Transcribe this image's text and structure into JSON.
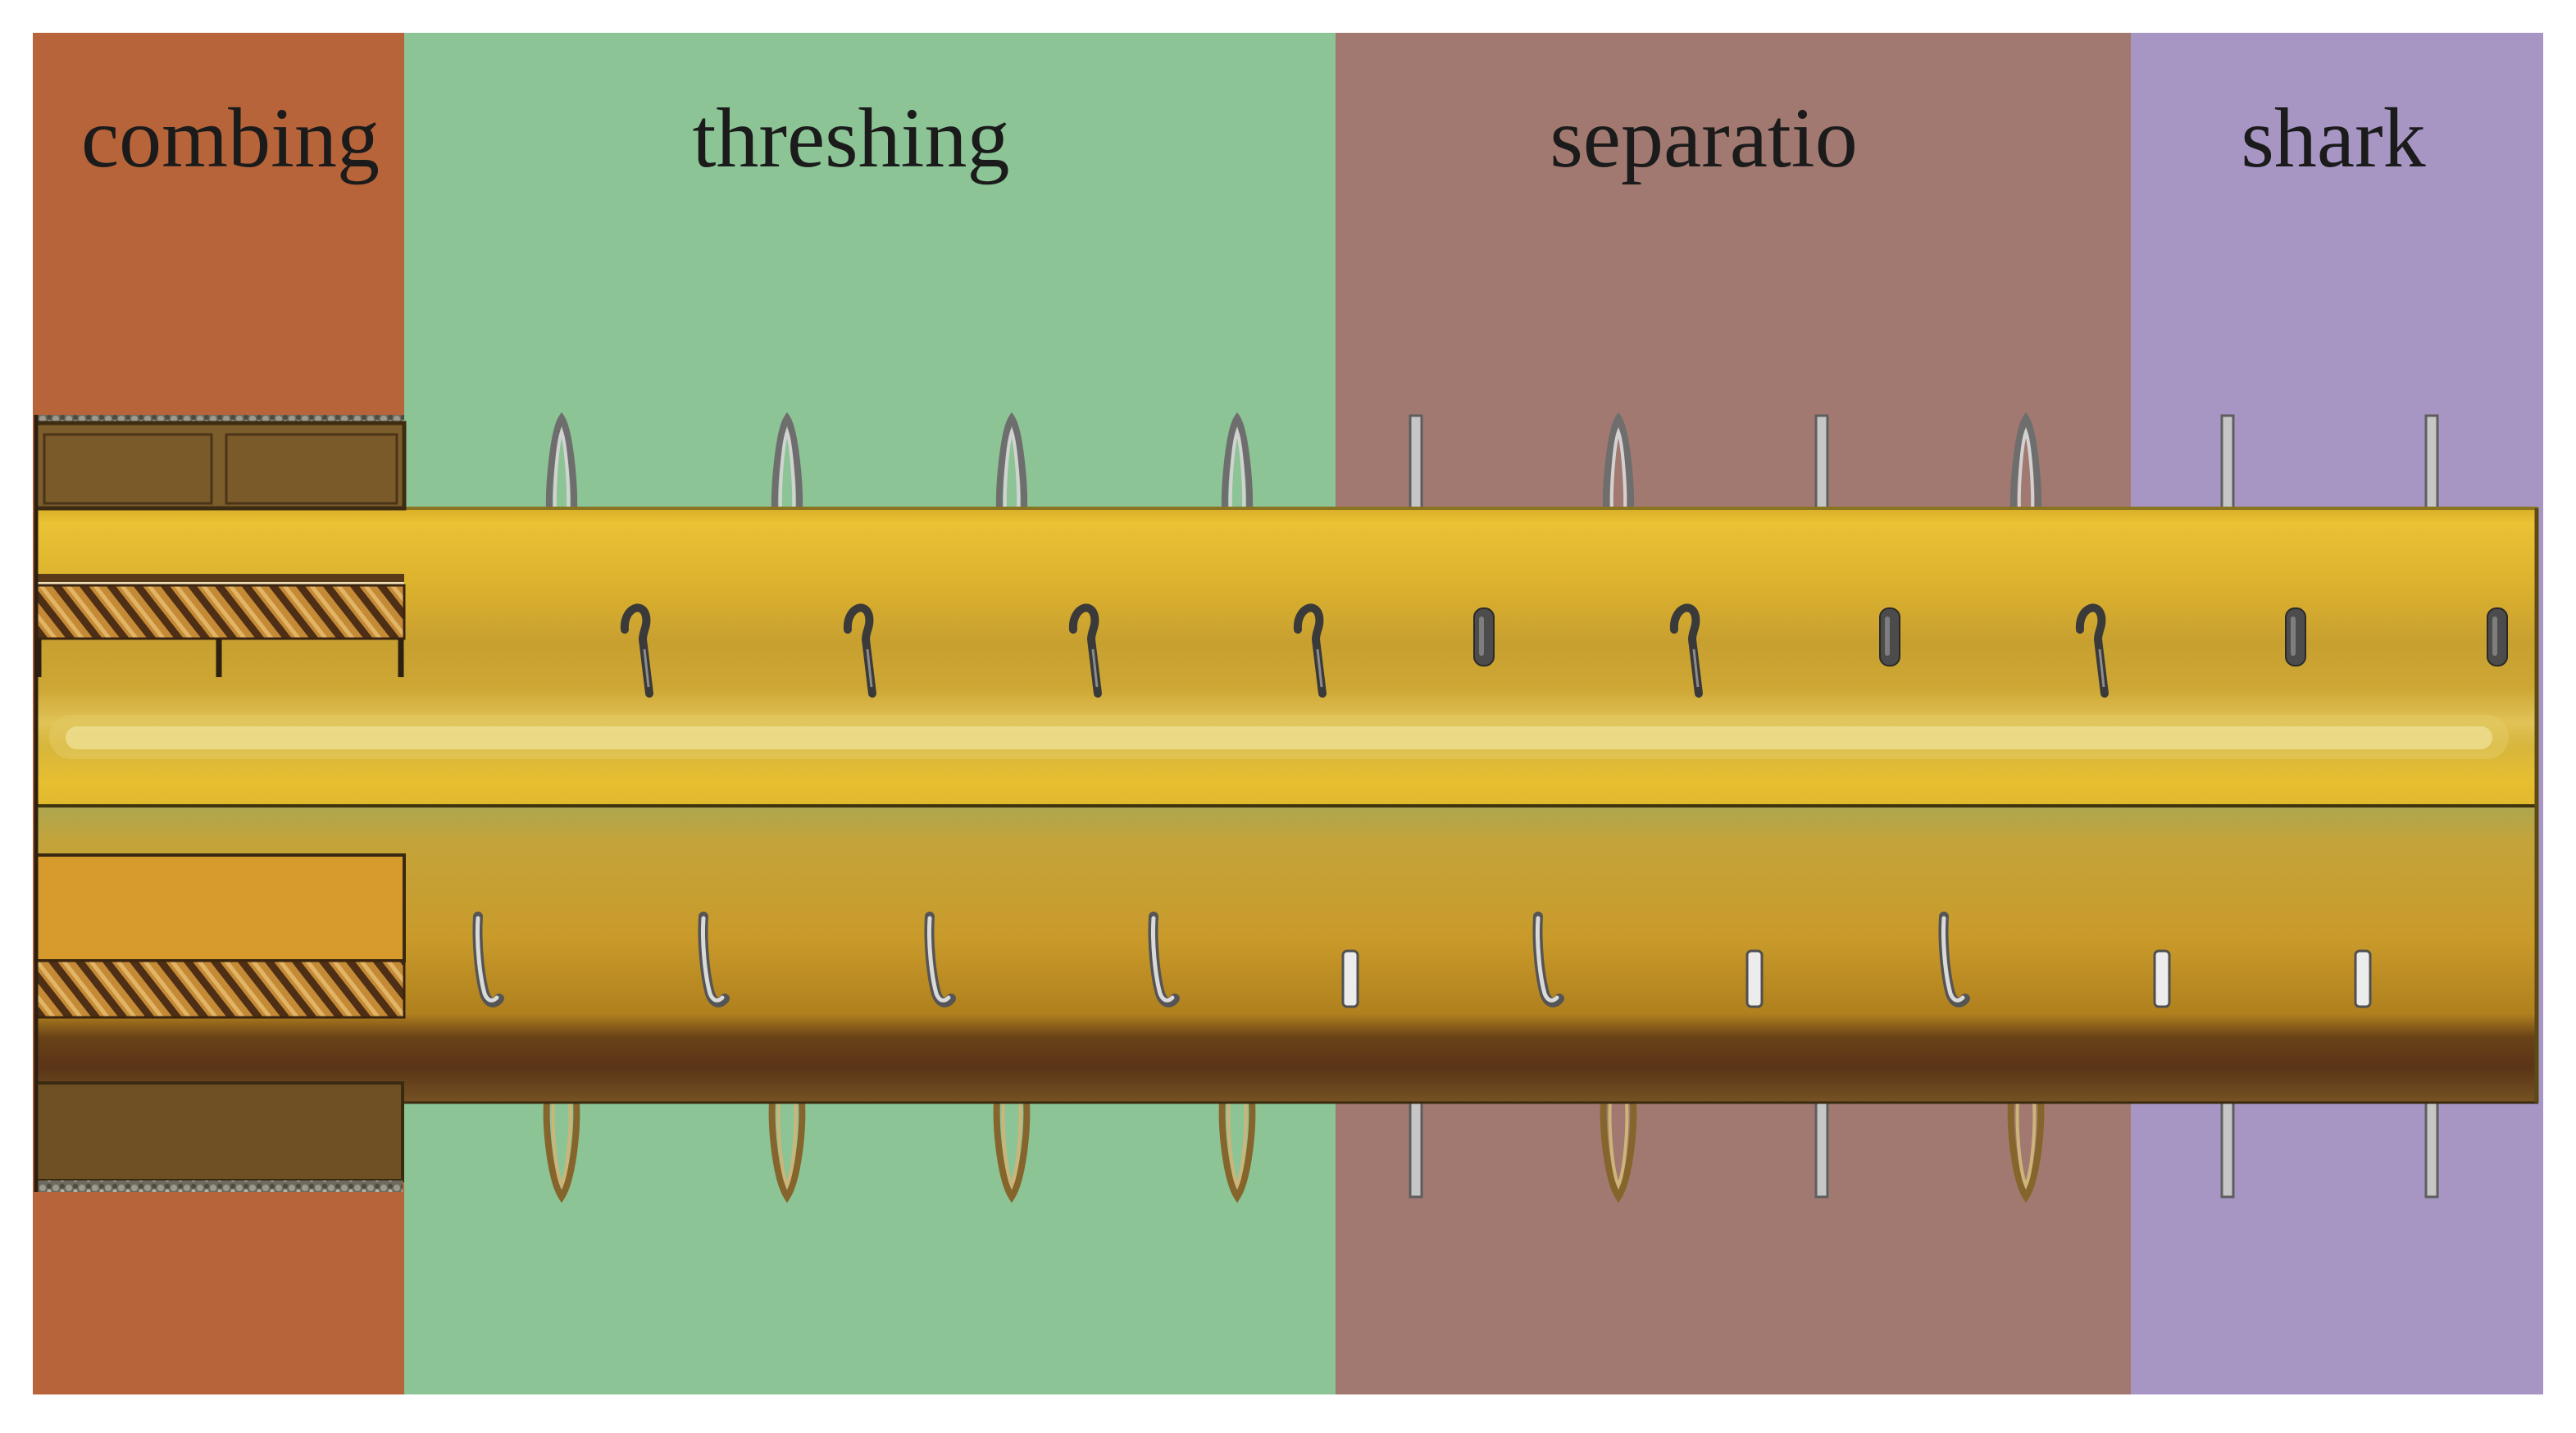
{
  "diagram": {
    "zones": [
      {
        "label": "combing",
        "color": "#B8643A"
      },
      {
        "label": "threshing",
        "color": "#8CC496"
      },
      {
        "label": "separatio",
        "color": "#A27970"
      },
      {
        "label": "shark",
        "color": "#A796C4"
      }
    ]
  }
}
